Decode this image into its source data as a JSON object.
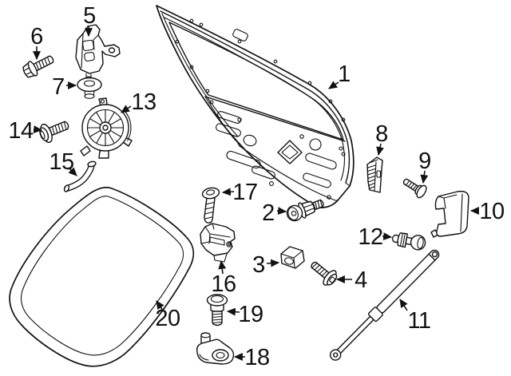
{
  "diagram": {
    "background": "#ffffff",
    "line_color": "#111111",
    "parts": [
      {
        "label": "1",
        "name": "liftgate-panel"
      },
      {
        "label": "2",
        "name": "stud"
      },
      {
        "label": "3",
        "name": "bumper-stop"
      },
      {
        "label": "4",
        "name": "screw"
      },
      {
        "label": "5",
        "name": "hinge-bracket"
      },
      {
        "label": "6",
        "name": "flange-bolt"
      },
      {
        "label": "7",
        "name": "grommet"
      },
      {
        "label": "8",
        "name": "ribbed-spacer"
      },
      {
        "label": "9",
        "name": "screw"
      },
      {
        "label": "10",
        "name": "end-cover"
      },
      {
        "label": "11",
        "name": "gas-strut"
      },
      {
        "label": "12",
        "name": "ball-stud"
      },
      {
        "label": "13",
        "name": "latch-actuator"
      },
      {
        "label": "14",
        "name": "screw"
      },
      {
        "label": "15",
        "name": "drain-hose"
      },
      {
        "label": "16",
        "name": "latch"
      },
      {
        "label": "17",
        "name": "screw"
      },
      {
        "label": "18",
        "name": "striker-bracket"
      },
      {
        "label": "19",
        "name": "shoulder-bolt"
      },
      {
        "label": "20",
        "name": "weatherstrip-seal"
      }
    ]
  }
}
